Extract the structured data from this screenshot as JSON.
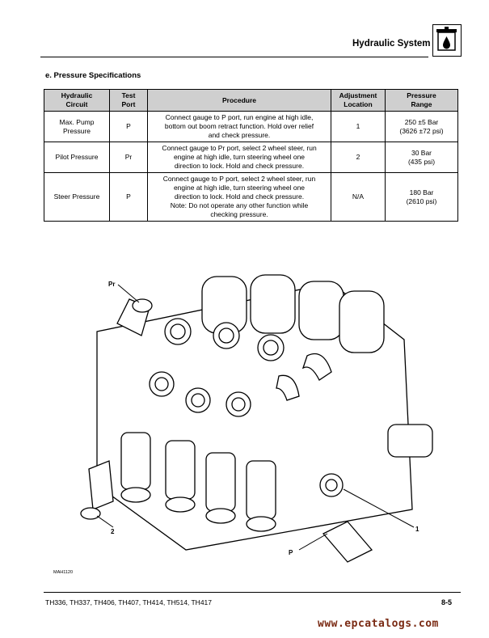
{
  "header": {
    "title": "Hydraulic System",
    "icon": "hydraulic-cylinder-icon"
  },
  "section": {
    "title": "e.  Pressure Specifications"
  },
  "table": {
    "headers": [
      "Hydraulic\nCircuit",
      "Test\nPort",
      "Procedure",
      "Adjustment\nLocation",
      "Pressure\nRange"
    ],
    "rows": [
      {
        "circuit": "Max. Pump\nPressure",
        "port": "P",
        "procedure": "Connect gauge to P port, run engine at high idle,\nbottom out boom retract function. Hold over relief\nand check pressure.",
        "adjustment": "1",
        "range": "250 ±5 Bar\n(3626 ±72 psi)"
      },
      {
        "circuit": "Pilot Pressure",
        "port": "Pr",
        "procedure": "Connect gauge to Pr port, select 2 wheel steer, run\nengine at high idle, turn steering wheel one\ndirection to lock. Hold and check pressure.",
        "adjustment": "2",
        "range": "30 Bar\n(435 psi)"
      },
      {
        "circuit": "Steer Pressure",
        "port": "P",
        "procedure": "Connect gauge to P port, select 2 wheel steer, run\nengine at high idle, turn steering wheel one\ndirection to lock. Hold and check pressure.\nNote: Do not operate any other function while\nchecking pressure.",
        "adjustment": "N/A",
        "range": "180 Bar\n(2610 psi)"
      }
    ]
  },
  "figure": {
    "callouts": {
      "pr": "Pr",
      "two": "2",
      "one": "1",
      "p": "P"
    },
    "code": "MAH1120"
  },
  "footer": {
    "models": "TH336, TH337, TH406, TH407, TH414, TH514, TH417",
    "page": "8-5"
  },
  "watermark": "www.epcatalogs.com"
}
